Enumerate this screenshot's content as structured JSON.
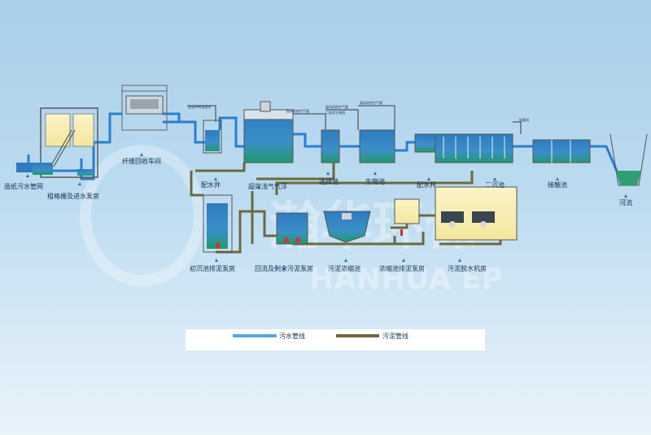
{
  "labels": {
    "paper_sewage": "造纸污水管网",
    "screen_pump": "粗格栅及进水泵房",
    "fiber_recovery": "纤维回收车间",
    "pam_dosing": "投加PAM加药间",
    "distribution_well_1": "配水井",
    "daf": "超效浅气气浮",
    "selection_tank": "选择池",
    "bio_tank": "生物池",
    "distribution_well_2": "配水井",
    "secondary_clarifier": "二沉池",
    "contact_tank": "接触池",
    "river": "河流",
    "primary_sludge_pump": "初沉池排泥泵房",
    "return_sludge_pump": "回流及剩余污泥泵房",
    "sludge_thickener": "污泥浓缩池",
    "thickener_pump": "浓缩池排泥泵房",
    "dewatering_room": "污泥脱水机房",
    "dosing_room": "加氯间",
    "blower_1": "鼓风机房空气管",
    "blower_2": "鼓风机房空气管",
    "blower_3": "鼓风机房空气管",
    "sbr_note": "二段式生物段"
  },
  "legend": {
    "sewage_line": "污水管线",
    "sludge_line": "污泥管线"
  },
  "watermark": {
    "brand_cn": "瀚华环保",
    "brand_en": "HANHUA EP"
  },
  "colors": {
    "sewage": "#2a7fd0",
    "sludge": "#6b6a3e",
    "water": "#3a82c4"
  }
}
